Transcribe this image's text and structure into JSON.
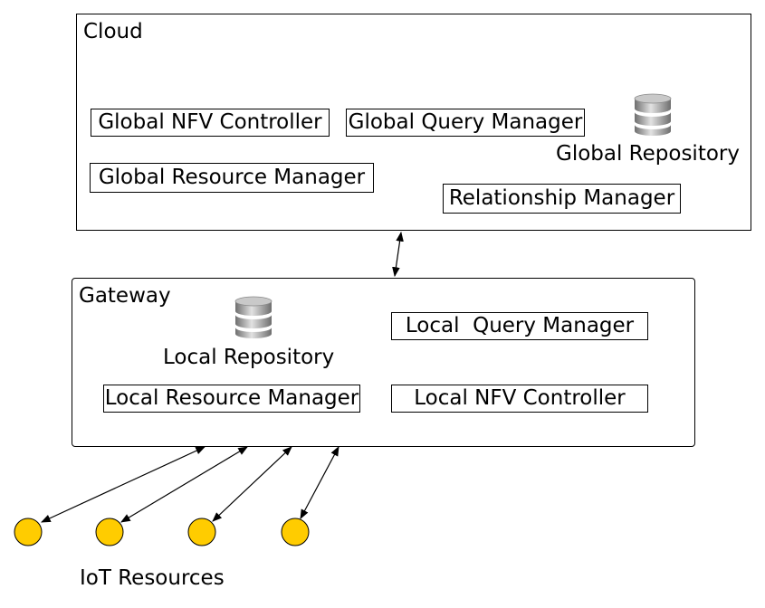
{
  "cloud": {
    "title": "Cloud",
    "components": {
      "nfv_controller": "Global NFV Controller",
      "query_manager": "Global Query Manager",
      "resource_manager": "Global Resource Manager",
      "relationship_manager": "Relationship Manager"
    },
    "repository": {
      "label": "Global Repository",
      "icon": "database-icon"
    }
  },
  "gateway": {
    "title": "Gateway",
    "components": {
      "query_manager": "Local  Query Manager",
      "resource_manager": "Local Resource Manager",
      "nfv_controller": "Local NFV Controller"
    },
    "repository": {
      "label": "Local Repository",
      "icon": "database-icon"
    }
  },
  "iot": {
    "label": "IoT Resources",
    "count": 4,
    "color": "#FFCC00"
  },
  "colors": {
    "resource_fill": "#FFCC00",
    "db_dark": "#6e6e6e",
    "db_light": "#d8d8d8"
  }
}
